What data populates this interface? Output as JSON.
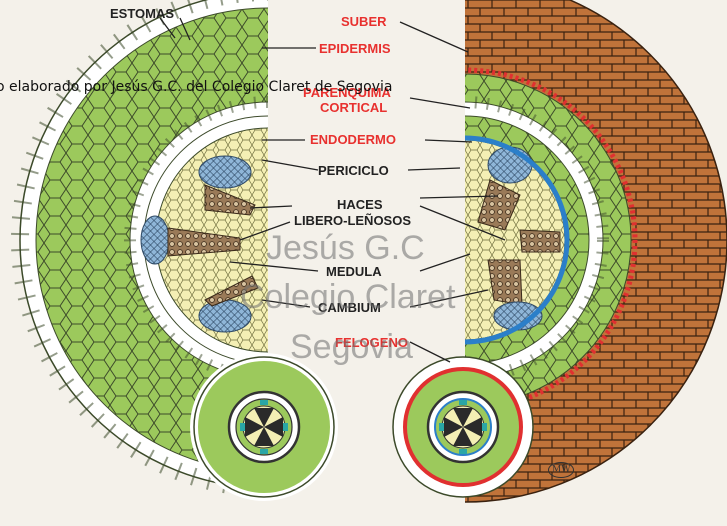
{
  "labels": {
    "estomas": "ESTOMAS",
    "suber": "SUBER",
    "epidermis": "EPIDERMIS",
    "parenquima": "PARENQUIMA",
    "cortical": "CORTICAL",
    "endodermo": "ENDODERMO",
    "periciclo": "PERICICLO",
    "haces": "HACES",
    "libero": "LIBERO-LEÑOSOS",
    "medula": "MEDULA",
    "cambium": "CAMBIUM",
    "felogeno": "FELOGENO"
  },
  "credit": "o elaborado por Jesús G.C. del Colegio Claret de Segovia",
  "watermark": {
    "line1": "Jesús G.C",
    "line2": "Colegio Claret",
    "line3": "Segovia"
  },
  "signature": "MW",
  "colors": {
    "epidermis": "#ffffff",
    "parenchyma": "#9cc95c",
    "cell_line": "#3c4a2a",
    "medulla": "#f4efb4",
    "xylem": "#9a7a58",
    "phloem": "#8fb6d8",
    "cambium": "#2b7fc9",
    "suber": "#c0733a",
    "felogeno": "#e03030",
    "label_red": "#e8312f"
  }
}
